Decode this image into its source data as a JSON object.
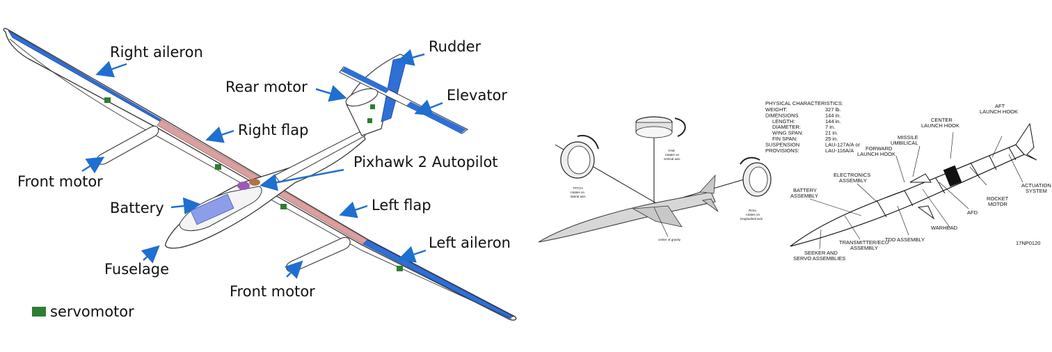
{
  "uav": {
    "labels": {
      "right_aileron": "Right aileron",
      "rudder": "Rudder",
      "rear_motor": "Rear motor",
      "elevator": "Elevator",
      "right_flap": "Right flap",
      "pixhawk": "Pixhawk 2 Autopilot",
      "front_motor_right": "Front motor",
      "battery": "Battery",
      "left_flap": "Left flap",
      "left_aileron": "Left aileron",
      "fuselage": "Fuselage",
      "front_motor_left": "Front motor"
    },
    "legend": {
      "label": "servomotor"
    },
    "colors": {
      "control_surface": "#2f6fd6",
      "flap": "#d9a0a0",
      "arrow": "#1f6fd0",
      "servo": "#2e7d32",
      "battery": "#8c9ee8",
      "autopilot": "#9b59b6"
    }
  },
  "missile": {
    "physical": {
      "heading": "PHYSICAL CHARACTERISTICS:",
      "rows": [
        {
          "key": "WEIGHT:",
          "value": "327 lb."
        },
        {
          "key": "DIMENSIONS",
          "value": "144 in."
        },
        {
          "key": "LENGTH:",
          "value": "144 in."
        },
        {
          "key": "DIAMETER:",
          "value": "7 in."
        },
        {
          "key": "WING SPAN:",
          "value": "21 in."
        },
        {
          "key": "FIN SPAN:",
          "value": "25 in."
        },
        {
          "key": "SUSPENSION",
          "value": "LAU-127A/A or"
        },
        {
          "key": "PROVISIONS:",
          "value": "LAU-116A/A"
        }
      ]
    },
    "axes": {
      "yaw": [
        "YAW",
        "rotates on",
        "vertical axis"
      ],
      "pitch": [
        "PITCH",
        "rotates on",
        "lateral axis"
      ],
      "roll": [
        "ROLL",
        "rotates on",
        "longitudinal axis"
      ],
      "cg": "center of gravity"
    },
    "parts": {
      "aft_hook": [
        "AFT",
        "LAUNCH HOOK"
      ],
      "center_hook": [
        "CENTER",
        "LAUNCH HOOK"
      ],
      "umbilical": [
        "MISSILE",
        "UMBILICAL"
      ],
      "forward_hook": [
        "FORWARD",
        "LAUNCH HOOK"
      ],
      "electronics": [
        "ELECTRONICS",
        "ASSEMBLY"
      ],
      "battery": [
        "BATTERY",
        "ASSEMBLY"
      ],
      "actuation": [
        "ACTUATION",
        "SYSTEM"
      ],
      "rocket_motor": [
        "ROCKET",
        "MOTOR"
      ],
      "afd": "AFD",
      "warhead": "WARHEAD",
      "tdd": "TDD ASSEMBLY",
      "transmitter": [
        "TRANSMITTER/ECU",
        "ASSEMBLY"
      ],
      "seeker": [
        "SEEKER AND",
        "SERVO ASSEMBLIES"
      ],
      "figure_id": "17NP0120"
    }
  }
}
